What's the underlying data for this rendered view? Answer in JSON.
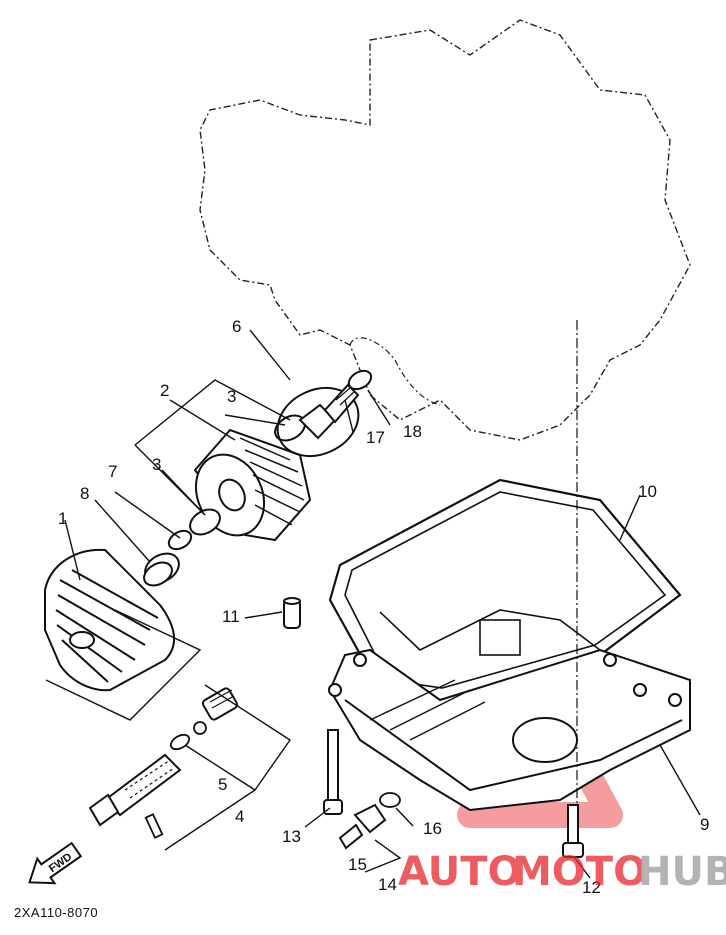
{
  "diagram": {
    "part_code": "2XA110-8070",
    "fwd_label": "FWD",
    "callouts": {
      "c1": "1",
      "c2": "2",
      "c3a": "3",
      "c3b": "3",
      "c4": "4",
      "c5": "5",
      "c6": "6",
      "c7": "7",
      "c8": "8",
      "c9": "9",
      "c10": "10",
      "c11": "11",
      "c12": "12",
      "c13": "13",
      "c14": "14",
      "c15": "15",
      "c16": "16",
      "c17": "17",
      "c18": "18"
    }
  },
  "watermark": {
    "part1": "AUTO",
    "part2": "MOTO",
    "part3": "HUB",
    "colors": {
      "primary": "#e8262b",
      "secondary": "#9a9a9a",
      "light": "#f2a6a8"
    }
  }
}
